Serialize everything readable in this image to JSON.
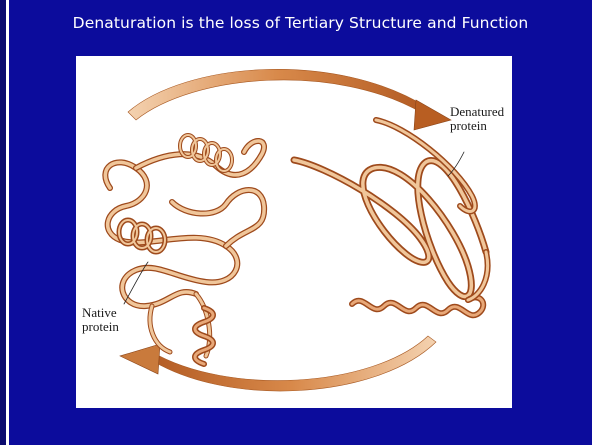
{
  "slide": {
    "title": "Denaturation is the loss of Tertiary Structure and Function"
  },
  "figure": {
    "labels": {
      "denatured_line1": "Denatured",
      "denatured_line2": "protein",
      "native_line1": "Native",
      "native_line2": "protein"
    }
  },
  "colors": {
    "background_panel": "#0c0c9c",
    "title_text": "#ffffff",
    "ribbon_light": "#f0c69a",
    "ribbon_dark": "#9e4a1c",
    "arrow": "#c46a2a"
  }
}
